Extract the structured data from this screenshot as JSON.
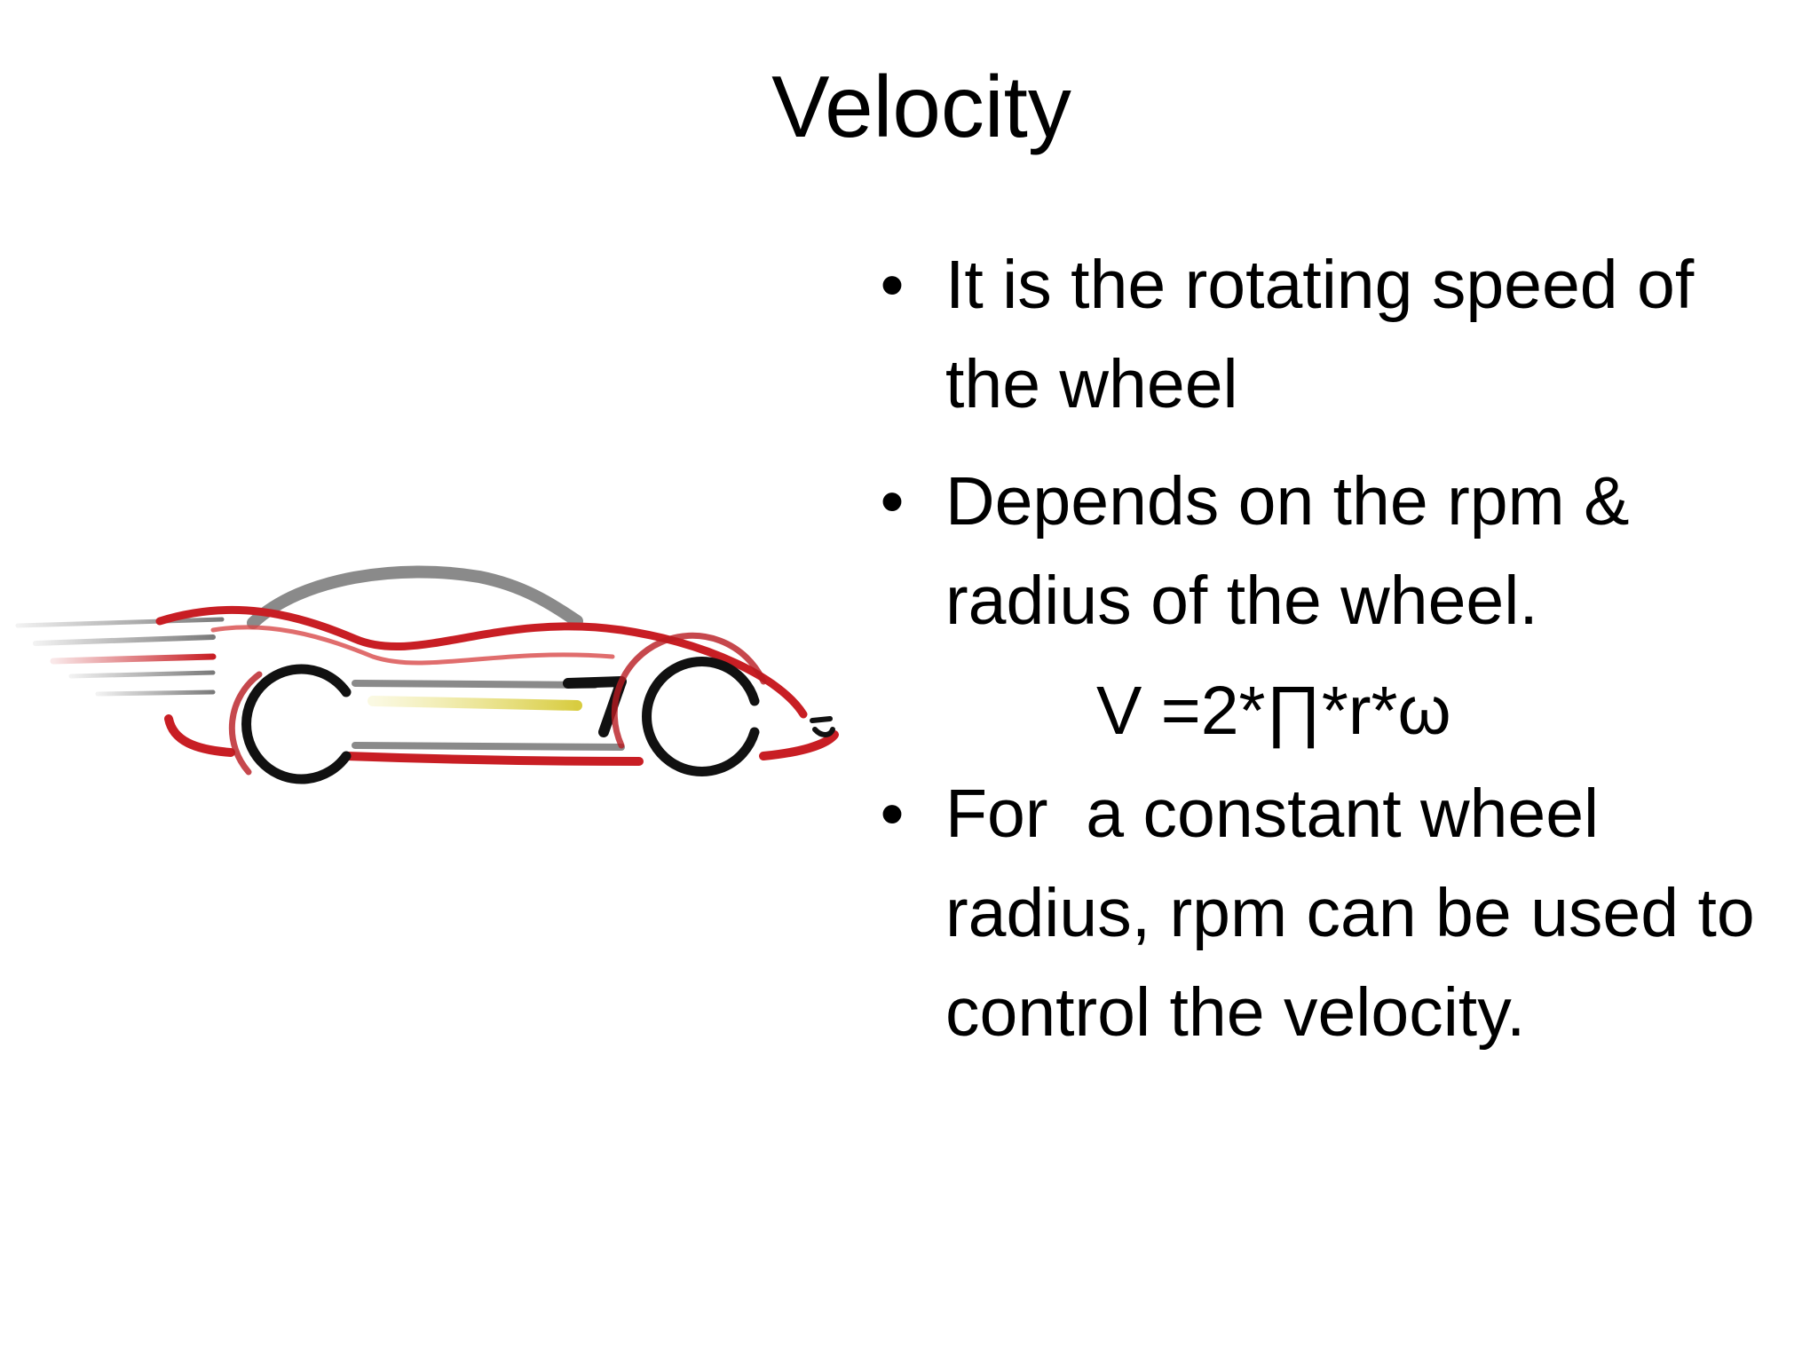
{
  "slide": {
    "title": "Velocity",
    "bullets": [
      {
        "marker": "•",
        "text": "It is the rotating speed of the wheel"
      },
      {
        "marker": "•",
        "text": "Depends on the rpm & radius of the wheel."
      }
    ],
    "formula": "V =2*∏*r*ω",
    "bullets_after": [
      {
        "marker": "•",
        "text": "For  a constant wheel radius, rpm can be used to control the velocity."
      }
    ]
  },
  "colors": {
    "background": "#ffffff",
    "text": "#000000",
    "car_red": "#c81e24",
    "car_grey": "#7a7a7a",
    "car_yellow": "#e8e070"
  },
  "image": {
    "icon": "speeding-car-illustration"
  }
}
